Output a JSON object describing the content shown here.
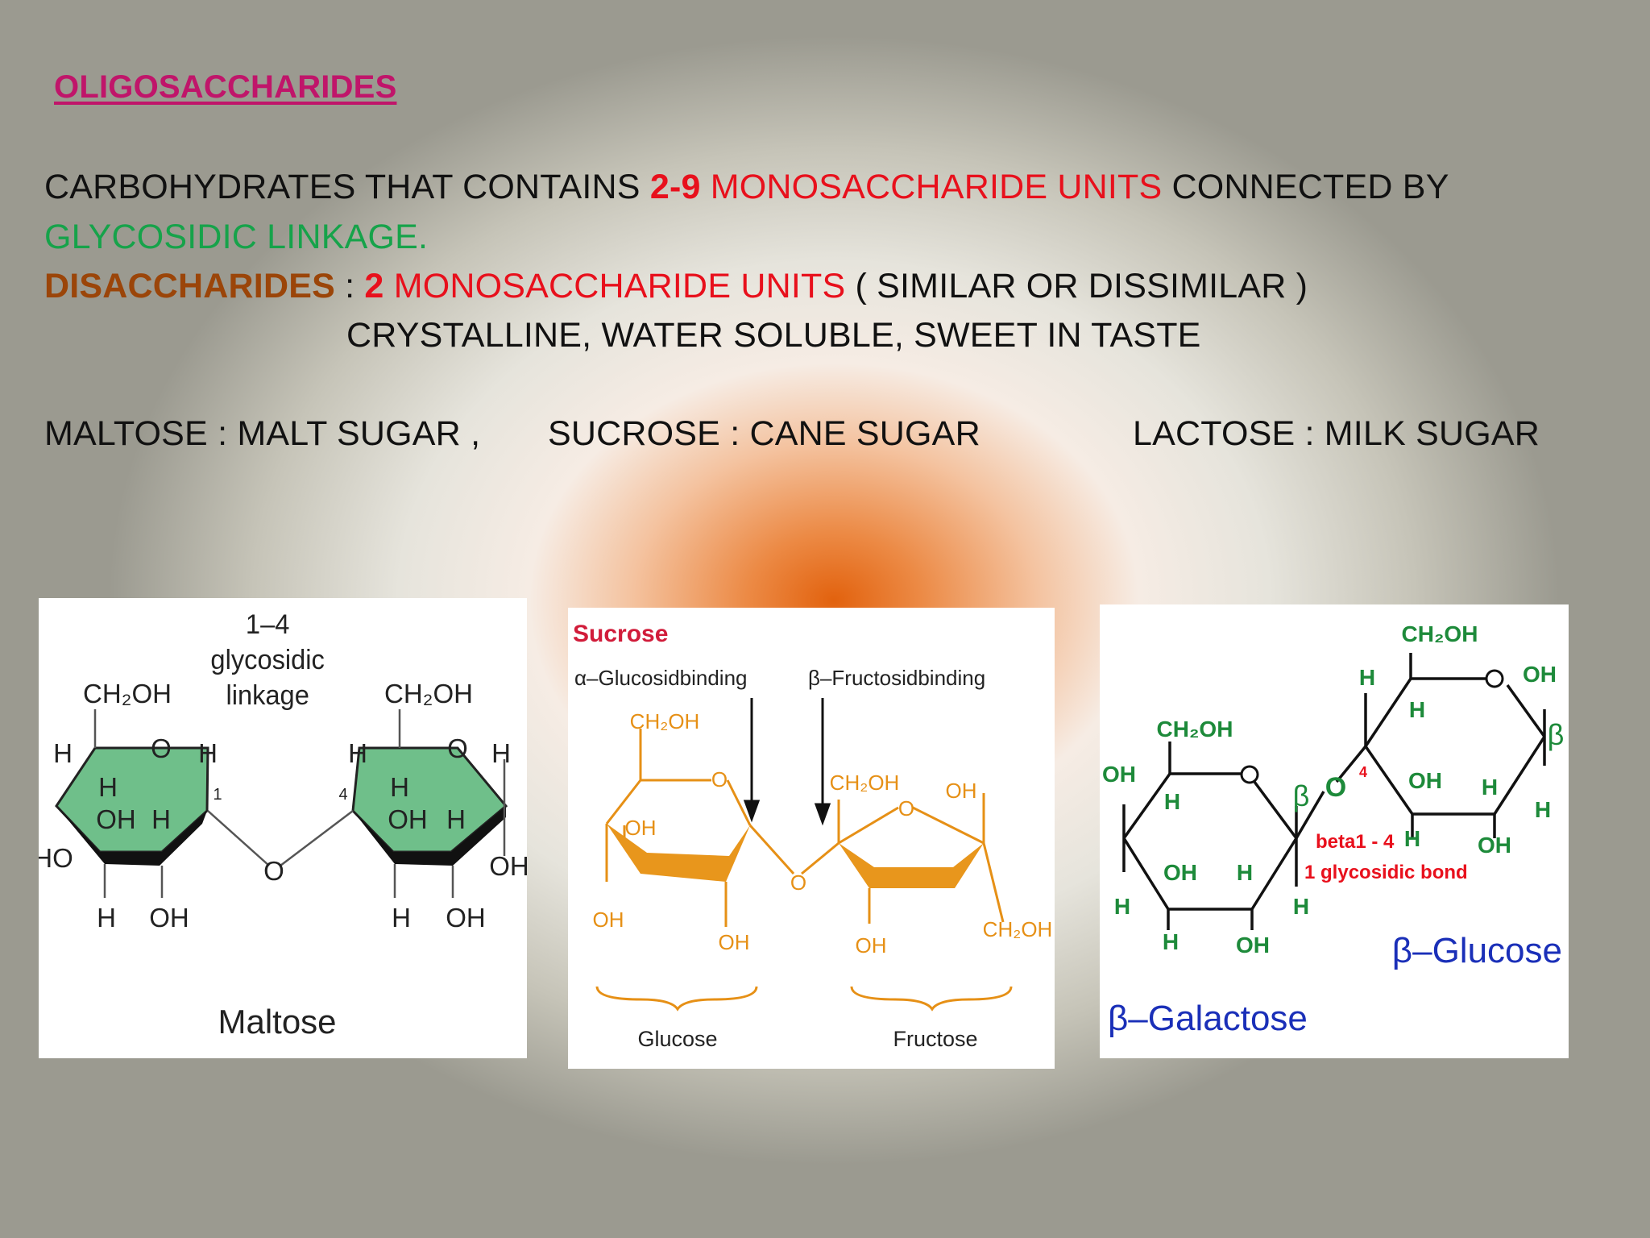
{
  "slide": {
    "title": "OLIGOSACCHARIDES",
    "def_a": "CARBOHYDRATES  THAT CONTAINS ",
    "def_num": "2-9",
    "def_units": " MONOSACCHARIDE UNITS",
    "def_b": " CONNECTED BY",
    "def_linkage": "GLYCOSIDIC LINKAGE.",
    "di_label": "DISACCHARIDES",
    "di_colon": " : ",
    "di_num": "2",
    "di_units": " MONOSACCHARIDE UNITS",
    "di_rest": " ( SIMILAR OR DISSIMILAR )",
    "properties": "CRYSTALLINE, WATER SOLUBLE, SWEET IN TASTE",
    "maltose": "MALTOSE : MALT SUGAR ,",
    "sucrose": "SUCROSE : CANE SUGAR",
    "lactose": "LACTOSE : MILK SUGAR"
  },
  "maltose_fig": {
    "link_num": "1–4",
    "link_word1": "glycosidic",
    "link_word2": "linkage",
    "name": "Maltose",
    "ch2oh": "CH₂OH",
    "o": "O",
    "h": "H",
    "oh": "OH",
    "ho": "HO",
    "c1": "1",
    "c4": "4"
  },
  "sucrose_fig": {
    "title": "Sucrose",
    "alpha_label": "α–Glucosidbinding",
    "beta_label": "β–Fructosidbinding",
    "ch2oh": "CH₂OH",
    "o": "O",
    "oh": "OH",
    "glucose": "Glucose",
    "fructose": "Fructose"
  },
  "lactose_fig": {
    "ch2oh": "CH₂OH",
    "o": "O",
    "h": "H",
    "oh": "OH",
    "beta": "β",
    "c4": "4",
    "bond1": "beta1 - 4",
    "bond2": "1  glycosidic bond",
    "glucose": "β–Glucose",
    "galactose": "β–Galactose"
  }
}
